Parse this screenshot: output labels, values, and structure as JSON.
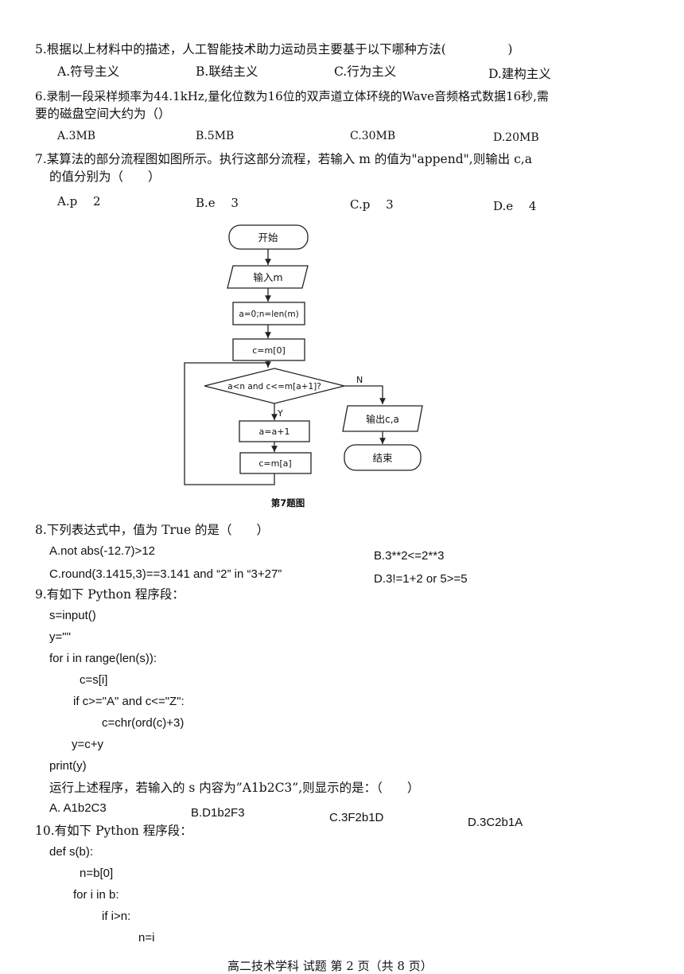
{
  "q5": {
    "stem": "5.根据以上材料中的描述，人工智能技术助力运动员主要基于以下哪种方法(　　　　　)",
    "options": [
      "A.符号主义",
      "B.联结主义",
      "C.行为主义",
      "D.建构主义"
    ]
  },
  "q6": {
    "stem_line1": "6.录制一段采样频率为44.1kHz,量化位数为16位的双声道立体环绕的Wave音频格式数据16秒,需",
    "stem_line2": "要的磁盘空间大约为（）",
    "options": [
      "A.3MB",
      "B.5MB",
      "C.30MB",
      "D.20MB"
    ]
  },
  "q7": {
    "stem_line1": "7.某算法的部分流程图如图所示。执行这部分流程，若输入 m 的值为\"append\",则输出 c,a",
    "stem_line2": "的值分别为（　　）",
    "options": [
      "A.p　 2",
      "B.e　 3",
      "C.p　 3",
      "D.e　 4"
    ],
    "flowchart": {
      "start": "开始",
      "input": "输入m",
      "init": "a=0;n=len(m)",
      "assign": "c=m[0]",
      "condition": "a<n and c<=m[a+1]?",
      "yes": "Y",
      "no": "N",
      "inc": "a=a+1",
      "update": "c=m[a]",
      "output": "输出c,a",
      "end": "结束",
      "caption": "第7题图"
    }
  },
  "q8": {
    "stem": "8.下列表达式中，值为 True 的是（　　）",
    "options": [
      "A.not abs(-12.7)>12",
      "B.3**2<=2**3",
      "C.round(3.1415,3)==3.141 and “2” in “3+27”",
      "D.3!=1+2 or 5>=5"
    ]
  },
  "q9": {
    "stem": "9.有如下 Python 程序段：",
    "code": [
      "s=input()",
      "y=\"\"",
      "for i in range(len(s)):",
      "c=s[i]",
      "if c>=\"A\" and c<=\"Z\":",
      "c=chr(ord(c)+3)",
      "y=c+y",
      "print(y)"
    ],
    "question": "运行上述程序，若输入的 s 内容为”A1b2C3”,则显示的是：（　　）",
    "options": [
      "A. A1b2C3",
      "B.D1b2F3",
      "C.3F2b1D",
      "D.3C2b1A"
    ]
  },
  "q10": {
    "stem": "10.有如下 Python 程序段：",
    "code": [
      "def s(b):",
      "n=b[0]",
      "for i in b:",
      "if i>n:",
      "n=i"
    ]
  },
  "footer": "高二技术学科 试题 第 2 页（共 8 页）"
}
